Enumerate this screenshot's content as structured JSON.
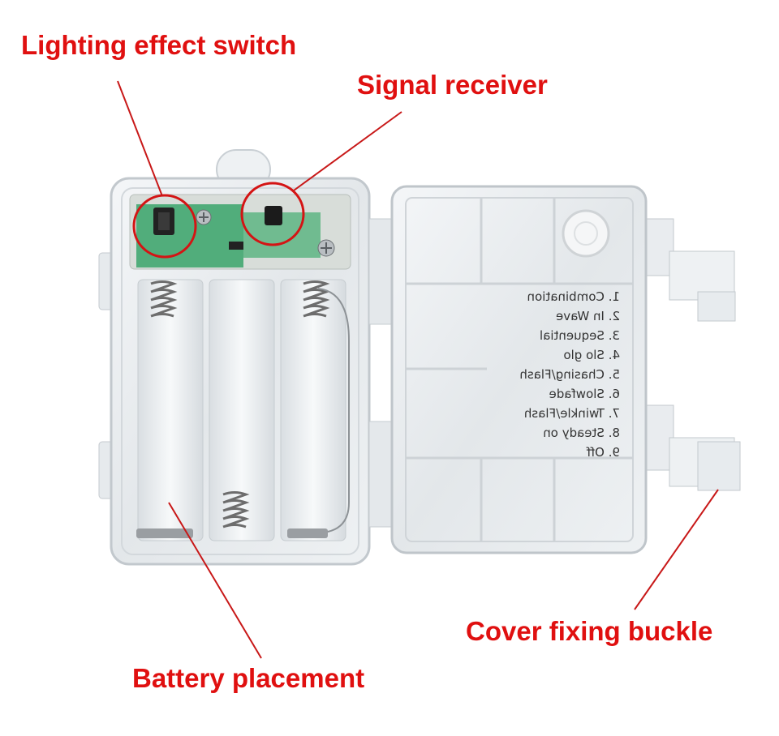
{
  "labels": {
    "lighting_switch": "Lighting effect switch",
    "signal_receiver": "Signal receiver",
    "cover_buckle": "Cover fixing buckle",
    "battery": "Battery placement"
  },
  "lid_modes": [
    "1. Combination",
    "2. In Wave",
    "3. Sequential",
    "4. Slo glo",
    "5. Chasing/Flash",
    "6. Slowfade",
    "7. Twinkle/Flash",
    "8. Steady on",
    "9. Off"
  ],
  "colors": {
    "label": "#e01010",
    "leader_line": "#c81818",
    "pcb": "#3aa56a",
    "case_plastic": "#e8ecef"
  }
}
